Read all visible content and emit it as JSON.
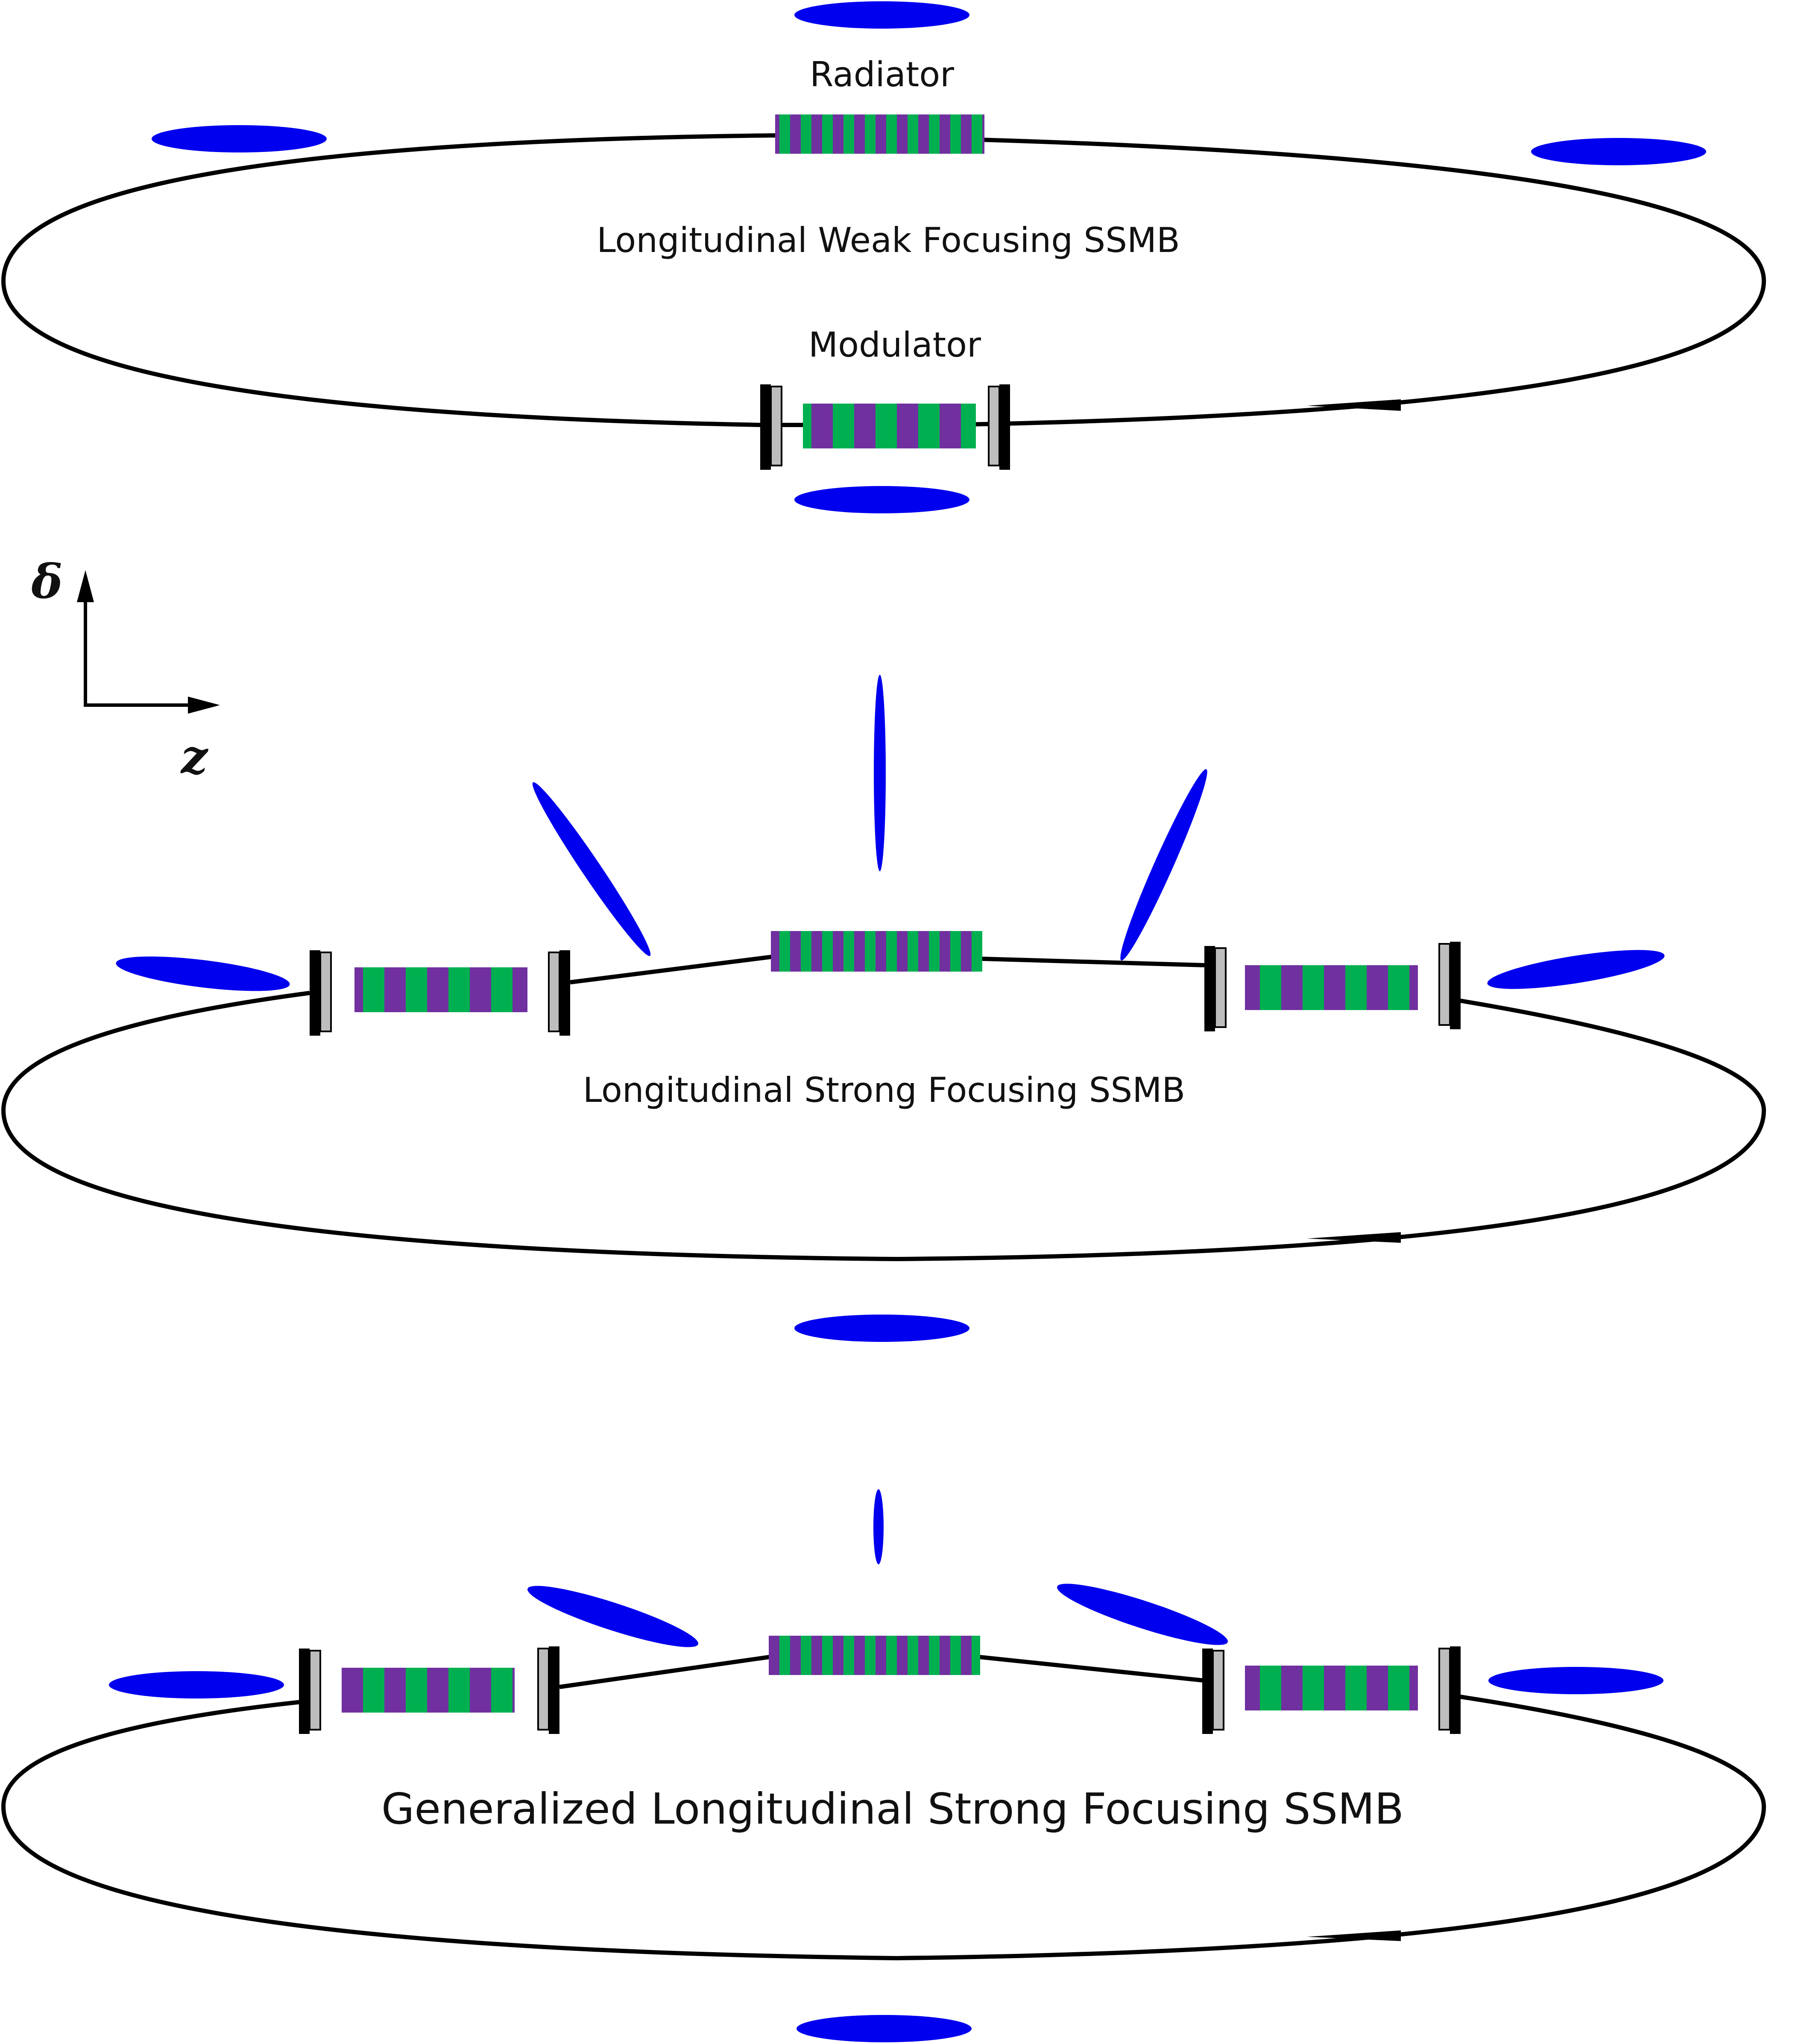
{
  "colors": {
    "purple": "#7030A0",
    "green": "#00B050",
    "bunch": "#0000EE",
    "line": "#000000",
    "mirror_gray": "#BDBDBD"
  },
  "panels": {
    "weak": {
      "title": "Longitudinal Weak Focusing SSMB",
      "radiator_label": "Radiator",
      "modulator_label": "Modulator"
    },
    "strong": {
      "title": "Longitudinal Strong Focusing SSMB"
    },
    "generalized": {
      "title": "Generalized Longitudinal Strong Focusing SSMB"
    }
  },
  "axes": {
    "vertical": "δ",
    "horizontal": "z"
  }
}
